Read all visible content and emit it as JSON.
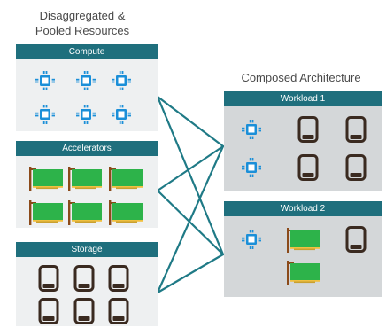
{
  "headings": {
    "left": [
      "Disaggregated &",
      "Pooled Resources"
    ],
    "right": "Composed Architecture"
  },
  "pools": {
    "compute": {
      "label": "Compute",
      "icons": [
        "cpu-icon",
        "cpu-icon",
        "cpu-icon",
        "cpu-icon",
        "cpu-icon",
        "cpu-icon"
      ]
    },
    "accelerators": {
      "label": "Accelerators",
      "icons": [
        "accelerator-card-icon",
        "accelerator-card-icon",
        "accelerator-card-icon",
        "accelerator-card-icon",
        "accelerator-card-icon",
        "accelerator-card-icon"
      ]
    },
    "storage": {
      "label": "Storage",
      "icons": [
        "storage-drive-icon",
        "storage-drive-icon",
        "storage-drive-icon",
        "storage-drive-icon",
        "storage-drive-icon",
        "storage-drive-icon"
      ]
    }
  },
  "workloads": {
    "workload1": {
      "label": "Workload 1",
      "icons": [
        "cpu-icon",
        "storage-drive-icon",
        "storage-drive-icon",
        "cpu-icon",
        "storage-drive-icon",
        "storage-drive-icon"
      ]
    },
    "workload2": {
      "label": "Workload 2",
      "icons": [
        "cpu-icon",
        "accelerator-card-icon",
        "storage-drive-icon",
        "accelerator-card-icon"
      ]
    }
  },
  "colors": {
    "header": "#1f6f7d",
    "connector": "#1f7a86",
    "cpu": "#1b8fd8",
    "accelerator": "#2db34a",
    "drive": "#3a2a20"
  }
}
